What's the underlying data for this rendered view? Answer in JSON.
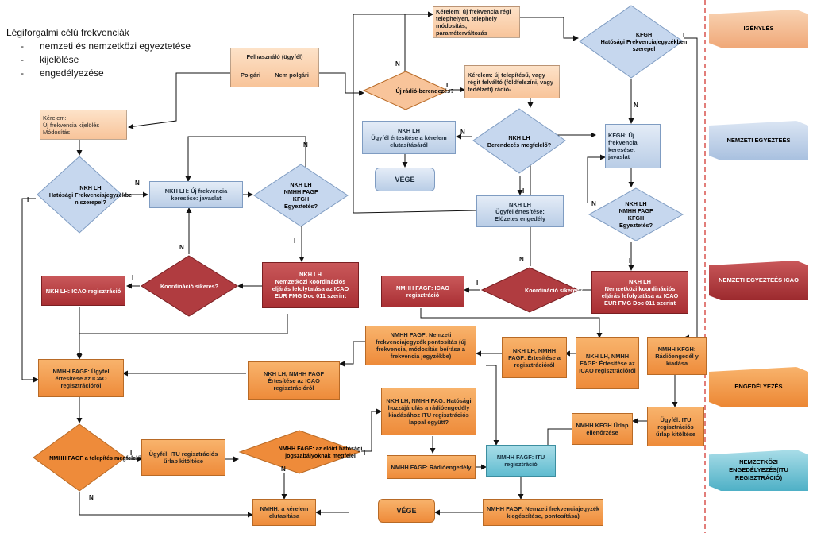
{
  "title": {
    "heading": "Légiforgalmi célú frekvenciák",
    "items": [
      "nemzeti és nemzetközi egyeztetése",
      "kijelölése",
      "engedélyezése"
    ],
    "bullet": "-"
  },
  "boxes": {
    "felhasznalo": "Felhasználó (ügyfél)",
    "polgari": "Polgári",
    "nem_polgari": "Nem polgári",
    "kerelem_uj": "Kérelem:\nÚj frekvencia kijelölés\nMódosítás",
    "nkh_uj_frekv": "NKH LH: Új frekvencia keresése: javaslat",
    "nkh_icao": "NKH LH: ICAO regisztráció",
    "nkh_nemz_koord": "NKH LH\nNemzetközi koordinációs eljárás lefolytatása az ICAO EUR FMG Doc 011 szerint",
    "nmhh_ugyfel_ert": "NMHH FAGF: Ügyfél értesítése az ICAO regisztrációról",
    "nkh_nmhh_ert": "NKH LH, NMHH FAGF Értesítése az ICAO regisztrációról",
    "kerelem_regi": "Kérelem: új frekvencia régi telephelyen, telephely módosítás, paraméterváltozás",
    "kerelem_uj_telep": "Kérelem: új telepítésű, vagy régit felváltó (földfelszíni, vagy fedélzeti) rádió-",
    "nkh_ugyfel_elut": "NKH LH\nÜgyfél értesítése a kérelem elutasításáról",
    "nkh_ugyfel_eloz": "NKH LH\nÜgyfél értesítése:\nElőzetes engedély",
    "kfgh_uj": "KFGH: Új frekvencia keresése: javaslat",
    "nkh_nemz_koord2": "NKH LH\nNemzetközi koordinációs eljárás lefolytatása az ICAO EUR FMG Doc 011 szerint",
    "nmhh_icao_reg": "NMHH FAGF: ICAO regisztráció",
    "nmhh_nemzeti_pont": "NMHH FAGF: Nemzeti frekvenciajegyzék pontosítás (új frekvencia, módosítás beírása a frekvencia jegyzékbe)",
    "nkh_lh_nmhh1": "NKH LH, NMHH FAGF: Értesítése a regisztrációról",
    "nkh_lh_nmhh2": "NKH LH, NMHH FAGF: Értesítése az ICAO regisztrációról",
    "nmhh_kfgh_radio": "NMHH KFGH: Rádióengedél y kiadása",
    "nkh_nmhh_hatosagi": "NKH LH, NMHH FAG: Hatósági hozzájárulás a rádióengedély kiadásához ITU regisztrációs lappal együtt?",
    "ugyfel_itu": "Ügyfél: ITU regisztrációs űrlap kitöltése",
    "nmhh_radio": "NMHH FAGF: Rádióengedély",
    "nmhh_itu_reg": "NMHH FAGF: ITU regisztráció",
    "nmhh_kfgh_urlap": "NMHH KFGH Űrlap ellenőrzése",
    "ugyfel_itu2": "Ügyfél: ITU regisztrációs űrlap kitöltése",
    "nmhh_kerelem_elut": "NMHH: a kérelem elutasítása",
    "nmhh_nemzeti_kieg": "NMHH FAGF: Nemzeti frekvenciajegyzék kiegészítése, pontosítása)",
    "vege": "VÉGE"
  },
  "diamonds": {
    "nkh_hatosagi": "NKH LH\nHatósági Frekvenciajegyzékbe n szerepel?",
    "nkh_nmhh_egyez": "NKH LH\nNMHH FAGF\nKFGH\nEgyeztetés?",
    "koord_sikeres": "Koordináció sikeres?",
    "uj_radio": "Új rádió-berendezés?",
    "kfgh_hatosagi": "KFGH\nHatósági Frekvenciajegyzékben szerepel",
    "nkh_berendezes": "NKH LH\nBerendezés megfelelő?",
    "nkh_nmhh_kfgh": "NKH LH\nNMHH FAGF\nKFGH\nEgyeztetés?",
    "koord_sikeres2": "Koordináció sikeres?",
    "nmhh_telepites": "NMHH FAGF a telepítés megfelelő?",
    "nmhh_elozo": "NMHH FAGF: az előírt hatósági jogszabályoknak megfelel"
  },
  "labels": {
    "n": "N",
    "i": "I"
  },
  "legend": {
    "igenyles": "IGÉNYLÉS",
    "nemzeti_egyeztetes": "NEMZETI EGYEZTEÉS",
    "nemzeti_egyeztetes_icao": "NEMZETI EGYEZTEÉS ICAO",
    "engedelyezes": "ENGEDÉLYEZÉS",
    "nemzetkozi": "NEMZETKÖZI ENGEDÉLYEZÉS(ITU REGISZTRÁCIÓ)"
  },
  "colors": {
    "peach": "#f8c49a",
    "blue": "#b9cde6",
    "red": "#a92f33",
    "orange": "#ee8b3a",
    "cyan": "#60bcd0",
    "divider": "#d9534f"
  }
}
